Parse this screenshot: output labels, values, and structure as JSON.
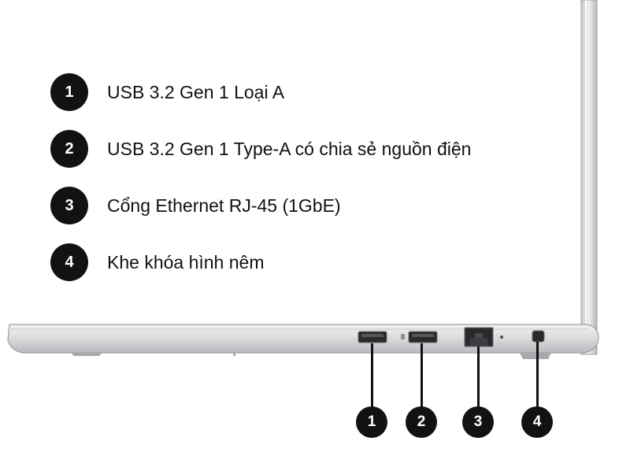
{
  "ports": [
    {
      "number": "1",
      "label": "USB 3.2 Gen 1 Loại A"
    },
    {
      "number": "2",
      "label": "USB 3.2 Gen 1 Type-A có chia sẻ nguồn điện"
    },
    {
      "number": "3",
      "label": "Cổng Ethernet RJ-45 (1GbE)"
    },
    {
      "number": "4",
      "label": "Khe khóa hình nêm"
    }
  ],
  "colors": {
    "badge": "#121212",
    "chassis": "#d9dadc",
    "chassis_edge": "#a9abae"
  },
  "icons": [
    "usb-port-icon",
    "usb-power-share-icon",
    "ethernet-port-icon",
    "wedge-lock-slot-icon"
  ]
}
